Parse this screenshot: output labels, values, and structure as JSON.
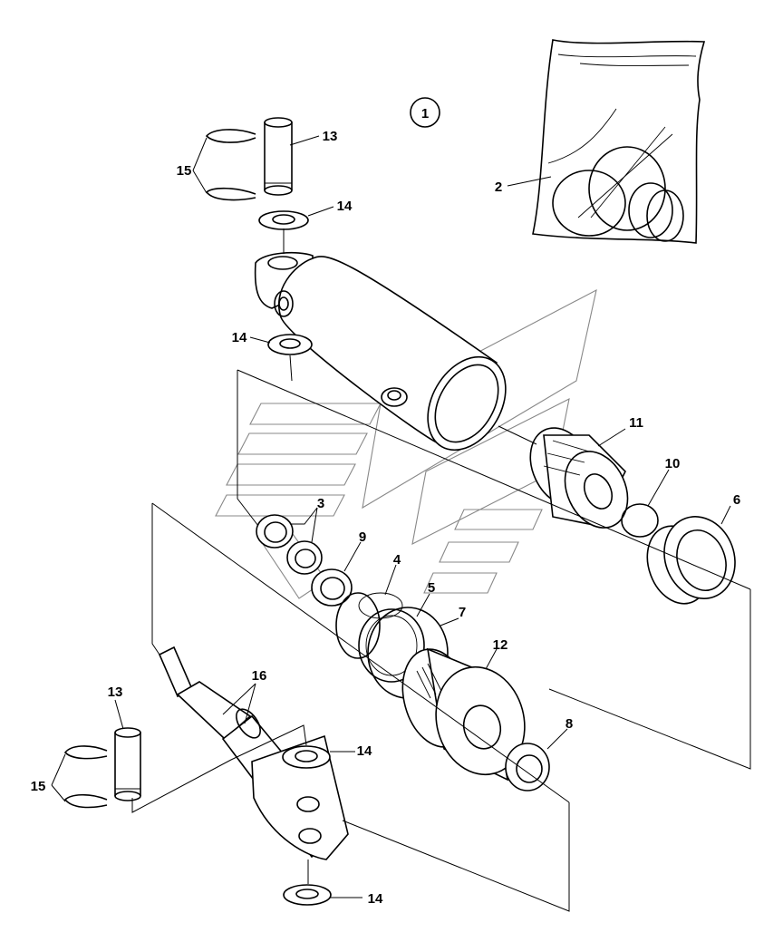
{
  "diagram": {
    "assembly_number": "1",
    "labels": {
      "l2": "2",
      "l3": "3",
      "l4": "4",
      "l5": "5",
      "l6": "6",
      "l7": "7",
      "l8": "8",
      "l9": "9",
      "l10": "10",
      "l11": "11",
      "l12": "12",
      "l13a": "13",
      "l13b": "13",
      "l14a": "14",
      "l14b": "14",
      "l14c": "14",
      "l14d": "14",
      "l15a": "15",
      "l15b": "15",
      "l16": "16"
    }
  }
}
